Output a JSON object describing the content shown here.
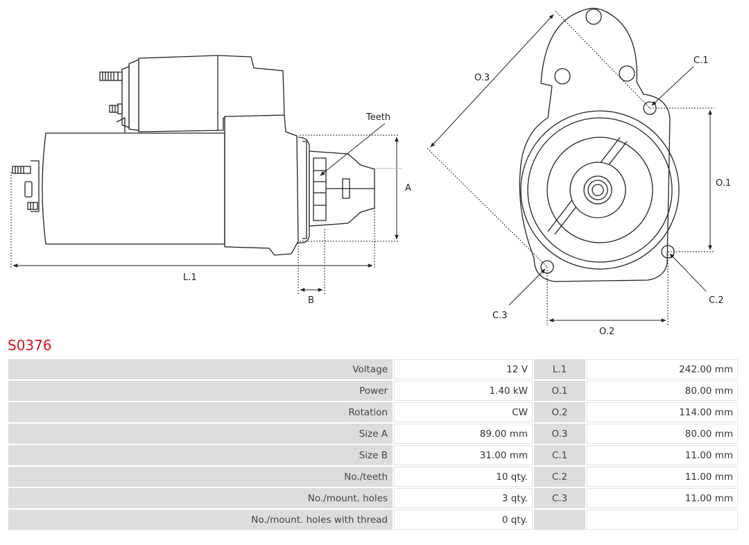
{
  "drawing": {
    "labels": {
      "teeth": "Teeth",
      "a": "A",
      "b": "B",
      "l1": "L.1",
      "o1": "O.1",
      "o2": "O.2",
      "o3": "O.3",
      "c1": "C.1",
      "c2": "C.2",
      "c3": "C.3"
    }
  },
  "product_code": "S0376",
  "specs": {
    "rows": [
      {
        "label": "Voltage",
        "value": "12 V",
        "dim_label": "L.1",
        "dim_value": "242.00 mm"
      },
      {
        "label": "Power",
        "value": "1.40 kW",
        "dim_label": "O.1",
        "dim_value": "80.00 mm"
      },
      {
        "label": "Rotation",
        "value": "CW",
        "dim_label": "O.2",
        "dim_value": "114.00 mm"
      },
      {
        "label": "Size A",
        "value": "89.00 mm",
        "dim_label": "O.3",
        "dim_value": "80.00 mm"
      },
      {
        "label": "Size B",
        "value": "31.00 mm",
        "dim_label": "C.1",
        "dim_value": "11.00 mm"
      },
      {
        "label": "No./teeth",
        "value": "10 qty.",
        "dim_label": "C.2",
        "dim_value": "11.00 mm"
      },
      {
        "label": "No./mount. holes",
        "value": "3 qty.",
        "dim_label": "C.3",
        "dim_value": "11.00 mm"
      },
      {
        "label": "No./mount. holes with thread",
        "value": "0 qty.",
        "dim_label": "",
        "dim_value": ""
      }
    ]
  },
  "colors": {
    "product_code": "#d3141b",
    "label_cell": "#dddddd",
    "line": "#222222"
  }
}
